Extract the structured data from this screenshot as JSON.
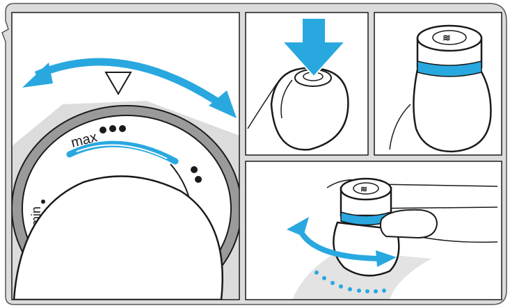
{
  "figure": {
    "panel_background": "#dcdcdc",
    "accent_color": "#29a8e0",
    "line_color": "#1a1a1a"
  },
  "dial": {
    "max_label": "max",
    "min_label": "min",
    "max_dots": 3,
    "mid_dots": 2,
    "min_dots": 1
  },
  "icons": [
    "rotate-double-arrow-icon",
    "pointer-triangle-icon",
    "press-down-arrow-icon",
    "wave-symbol-icon"
  ]
}
